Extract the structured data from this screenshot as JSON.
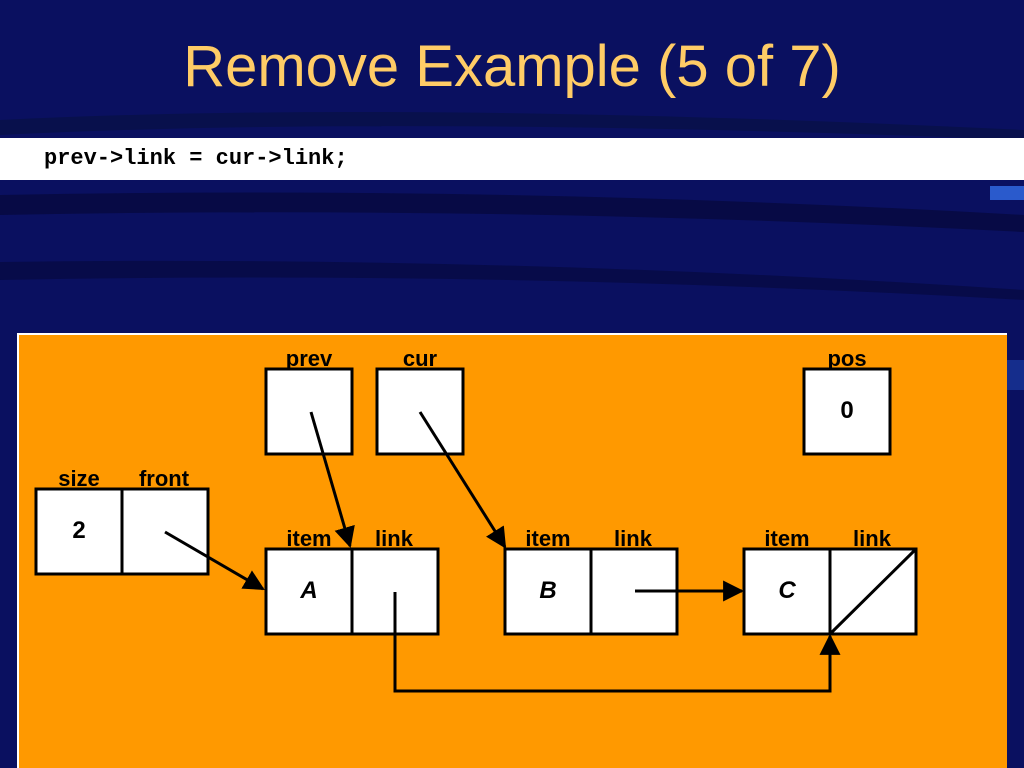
{
  "slide": {
    "title": "Remove Example (5 of 7)",
    "code": "prev->link = cur->link;"
  },
  "diagram": {
    "pointers": {
      "prev": "prev",
      "cur": "cur",
      "pos_label": "pos",
      "pos_value": "0"
    },
    "list_header": {
      "size_label": "size",
      "front_label": "front",
      "size_value": "2"
    },
    "nodes": [
      {
        "item_label": "item",
        "link_label": "link",
        "value": "A"
      },
      {
        "item_label": "item",
        "link_label": "link",
        "value": "B"
      },
      {
        "item_label": "item",
        "link_label": "link",
        "value": "C"
      }
    ]
  },
  "colors": {
    "background": "#0a1060",
    "title": "#ffcc66",
    "panel": "#ff9900",
    "box_fill": "#ffffff"
  }
}
